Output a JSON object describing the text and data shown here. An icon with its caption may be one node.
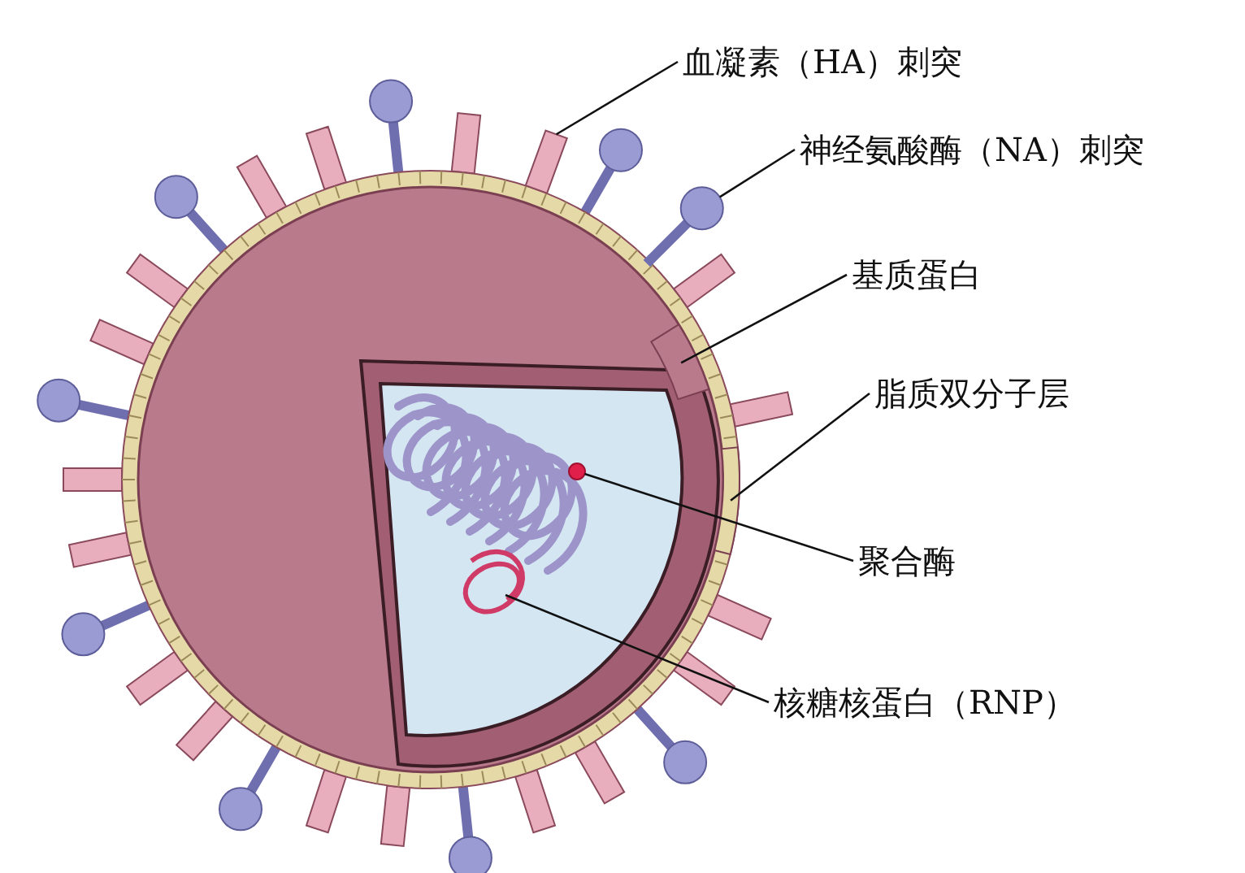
{
  "diagram": {
    "nodes": [
      {
        "text": [
          "血凝素（HA）刺突"
        ]
      },
      {
        "text": [
          "神经氨酸酶（NA）刺突"
        ]
      },
      {
        "text": [
          "基质蛋白"
        ]
      },
      {
        "text": [
          "脂质双分子层"
        ]
      },
      {
        "text": [
          "聚合酶"
        ]
      },
      {
        "text": [
          "核糖核蛋白（RNP）"
        ]
      },
      {
        "text": [],
        "shape": "bar"
      },
      {
        "text": [],
        "shape": "circle"
      },
      {
        "text": [],
        "shape": "band"
      },
      {
        "text": [],
        "shape": "band"
      },
      {
        "text": [],
        "shape": "circle"
      },
      {
        "text": [],
        "shape": "coil"
      }
    ],
    "edges": [
      {
        "from": 0,
        "to": 6,
        "arrow": "none"
      },
      {
        "from": 1,
        "to": 7,
        "arrow": "none"
      },
      {
        "from": 2,
        "to": 8,
        "arrow": "none"
      },
      {
        "from": 3,
        "to": 9,
        "arrow": "none"
      },
      {
        "from": 4,
        "to": 10,
        "arrow": "none"
      },
      {
        "from": 5,
        "to": 11,
        "arrow": "none"
      }
    ]
  }
}
